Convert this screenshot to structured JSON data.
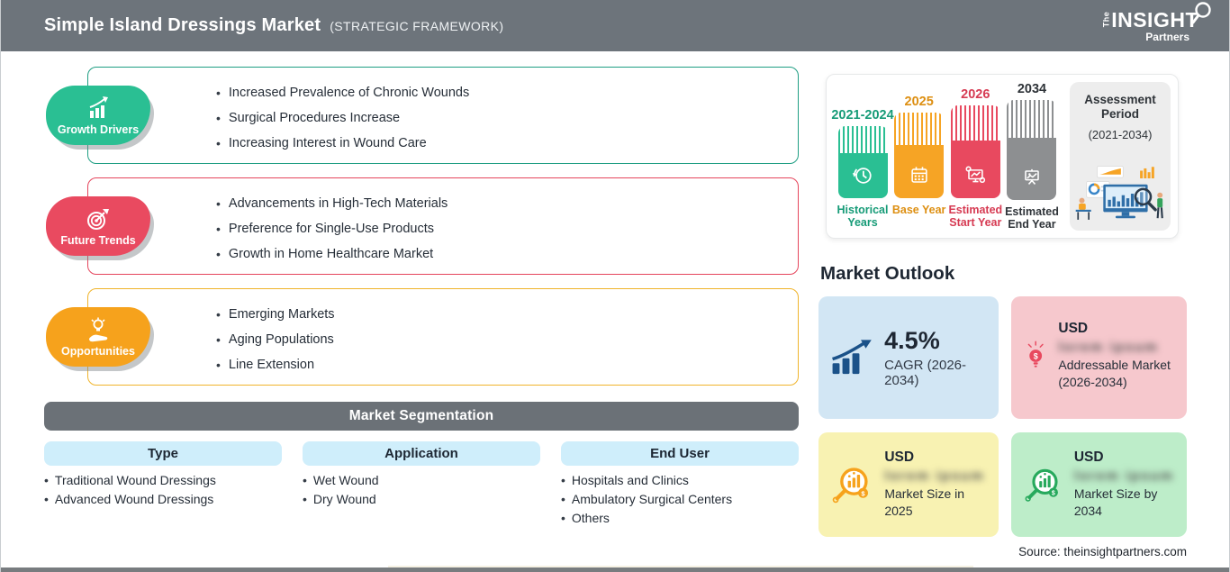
{
  "header": {
    "title": "Simple Island Dressings Market",
    "subtitle": "(STRATEGIC FRAMEWORK)",
    "logo": {
      "the": "The",
      "insight": "INSIGHT",
      "partners": "Partners"
    }
  },
  "sections": {
    "growth_drivers": {
      "label": "Growth Drivers",
      "color": "#2abf93",
      "items": [
        "Increased Prevalence of Chronic Wounds",
        "Surgical Procedures Increase",
        "Increasing Interest in Wound Care"
      ]
    },
    "future_trends": {
      "label": "Future Trends",
      "color": "#e94a60",
      "items": [
        "Advancements in High-Tech Materials",
        "Preference for Single-Use Products",
        "Growth in Home Healthcare Market"
      ]
    },
    "opportunities": {
      "label": "Opportunities",
      "color": "#f6a21c",
      "items": [
        "Emerging Markets",
        "Aging Populations",
        "Line Extension"
      ]
    }
  },
  "segmentation": {
    "title": "Market Segmentation",
    "columns": [
      {
        "label": "Type",
        "items": [
          "Traditional Wound Dressings",
          "Advanced Wound Dressings"
        ]
      },
      {
        "label": "Application",
        "items": [
          "Wet Wound",
          "Dry Wound"
        ]
      },
      {
        "label": "End User",
        "items": [
          "Hospitals and Clinics",
          "Ambulatory Surgical Centers",
          "Others"
        ]
      }
    ]
  },
  "timeline": {
    "bars": [
      {
        "year": "2021-2024",
        "caption": "Historical Years",
        "color": "#2abf93",
        "icon": "clock-history-icon"
      },
      {
        "year": "2025",
        "caption": "Base Year",
        "color": "#f6a425",
        "icon": "calendar-icon"
      },
      {
        "year": "2026",
        "caption": "Estimated Start Year",
        "color": "#e8495f",
        "icon": "monitor-chart-icon"
      },
      {
        "year": "2034",
        "caption": "Estimated End Year",
        "color": "#8d8f91",
        "icon": "presentation-board-icon"
      }
    ],
    "assessment": {
      "title": "Assessment Period",
      "period": "(2021-2034)"
    }
  },
  "outlook": {
    "title": "Market Outlook",
    "cards": [
      {
        "value": "4.5%",
        "caption": "CAGR (2026-2034)",
        "bg": "#d2e6f4",
        "icon": "bar-chart-growth-icon"
      },
      {
        "currency": "USD",
        "blurred_value": "lorem ipsum",
        "caption": "Addressable Market (2026-2034)",
        "bg": "#f6c8cd",
        "icon": "bulb-dollar-icon"
      },
      {
        "currency": "USD",
        "blurred_value": "lorem ipsum",
        "caption": "Market Size in 2025",
        "bg": "#f8f2b2",
        "icon": "magnifier-chart-icon"
      },
      {
        "currency": "USD",
        "blurred_value": "lorem ipsum",
        "caption": "Market Size by 2034",
        "bg": "#bdedc9",
        "icon": "magnifier-chart-icon"
      }
    ]
  },
  "source": "Source: theinsightpartners.com"
}
